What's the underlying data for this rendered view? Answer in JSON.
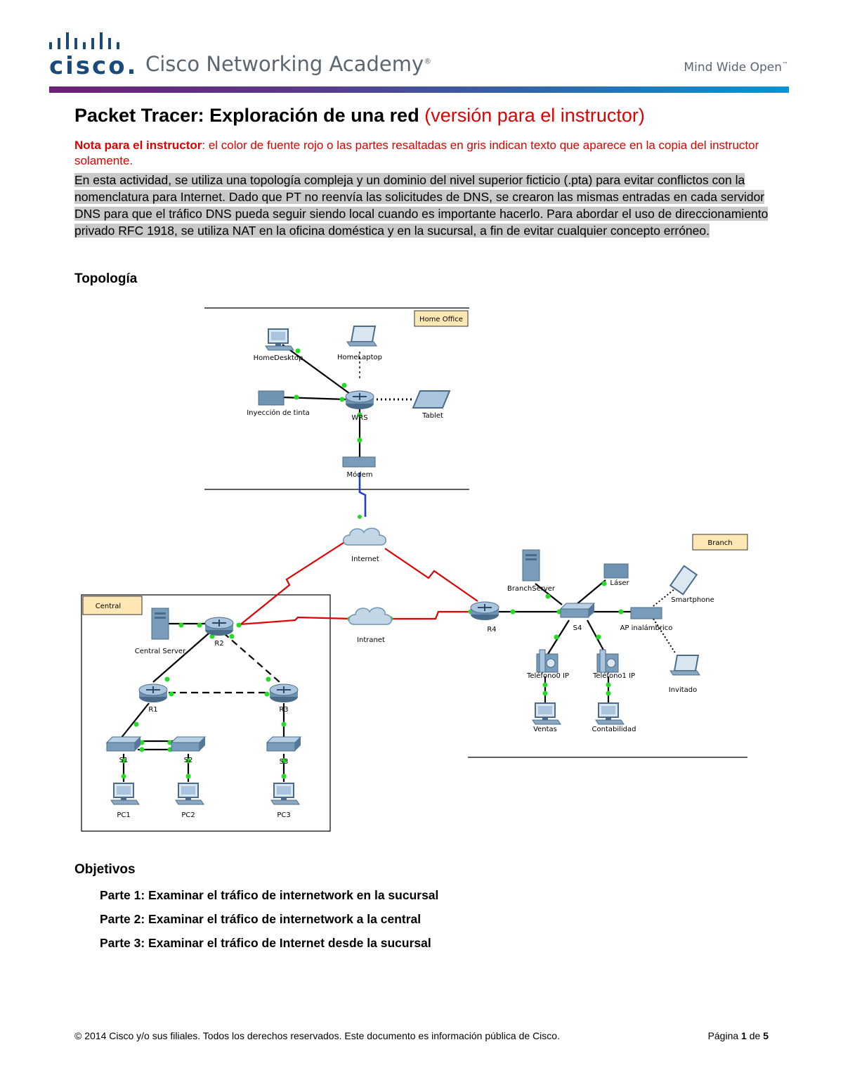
{
  "header": {
    "logo_text": "cisco.",
    "academy": "Cisco Networking Academy",
    "academy_mark": "®",
    "tagline": "Mind Wide Open",
    "tagline_mark": "™"
  },
  "title": {
    "main": "Packet Tracer: Exploración de una red",
    "suffix": "(versión para el instructor)"
  },
  "note": {
    "label": "Nota para el instructor",
    "text": ": el color de fuente rojo o las partes resaltadas en gris indican texto que aparece en la copia del instructor solamente."
  },
  "intro": "En esta actividad, se utiliza una topología compleja y un dominio del nivel superior ficticio (.pta) para evitar conflictos con la nomenclatura para Internet. Dado que PT no reenvía las solicitudes de DNS, se crearon las mismas entradas en cada servidor DNS para que el tráfico DNS pueda seguir siendo local cuando es importante hacerlo. Para abordar el uso de direccionamiento privado RFC 1918, se utiliza NAT en la oficina doméstica y en la sucursal, a fin de evitar cualquier concepto erróneo.",
  "topology_heading": "Topología",
  "topology": {
    "areas": {
      "home": "Home Office",
      "branch": "Branch",
      "central": "Central"
    },
    "devices": {
      "home_desktop": "HomeDesktop",
      "home_laptop": "HomeLaptop",
      "inkjet": "Inyección de tinta",
      "wrs": "WRS",
      "tablet": "Tablet",
      "modem": "Módem",
      "internet": "Internet",
      "intranet": "Intranet",
      "central_server": "Central Server",
      "r1": "R1",
      "r2": "R2",
      "r3": "R3",
      "r4": "R4",
      "s1": "S1",
      "s2": "S2",
      "s3": "S3",
      "s4": "S4",
      "pc1": "PC1",
      "pc2": "PC2",
      "pc3": "PC3",
      "branch_server": "BranchServer",
      "laser": "Láser",
      "smartphone": "Smartphone",
      "ap": "AP inalámbrico",
      "phone0": "Teléfono0 IP",
      "phone1": "Teléfono1 IP",
      "guest": "Invitado",
      "sales": "Ventas",
      "accounting": "Contabilidad"
    }
  },
  "objectives_heading": "Objetivos",
  "objectives": [
    "Parte 1: Examinar el tráfico de internetwork en la sucursal",
    "Parte 2: Examinar el tráfico de internetwork a la central",
    "Parte 3: Examinar el tráfico de Internet desde la sucursal"
  ],
  "footer": {
    "copyright": "© 2014 Cisco y/o sus filiales. Todos los derechos reservados. Este documento es información pública de Cisco.",
    "page_prefix": "Página",
    "page_num": "1",
    "page_mid": "de",
    "page_total": "5"
  },
  "colors": {
    "brand_blue": "#1a4a7a",
    "note_red": "#e00000",
    "highlight_gray": "#c9c9c9",
    "link_green": "#22dd22",
    "serial_red": "#e00000",
    "coax_blue": "#1f3fd0"
  }
}
